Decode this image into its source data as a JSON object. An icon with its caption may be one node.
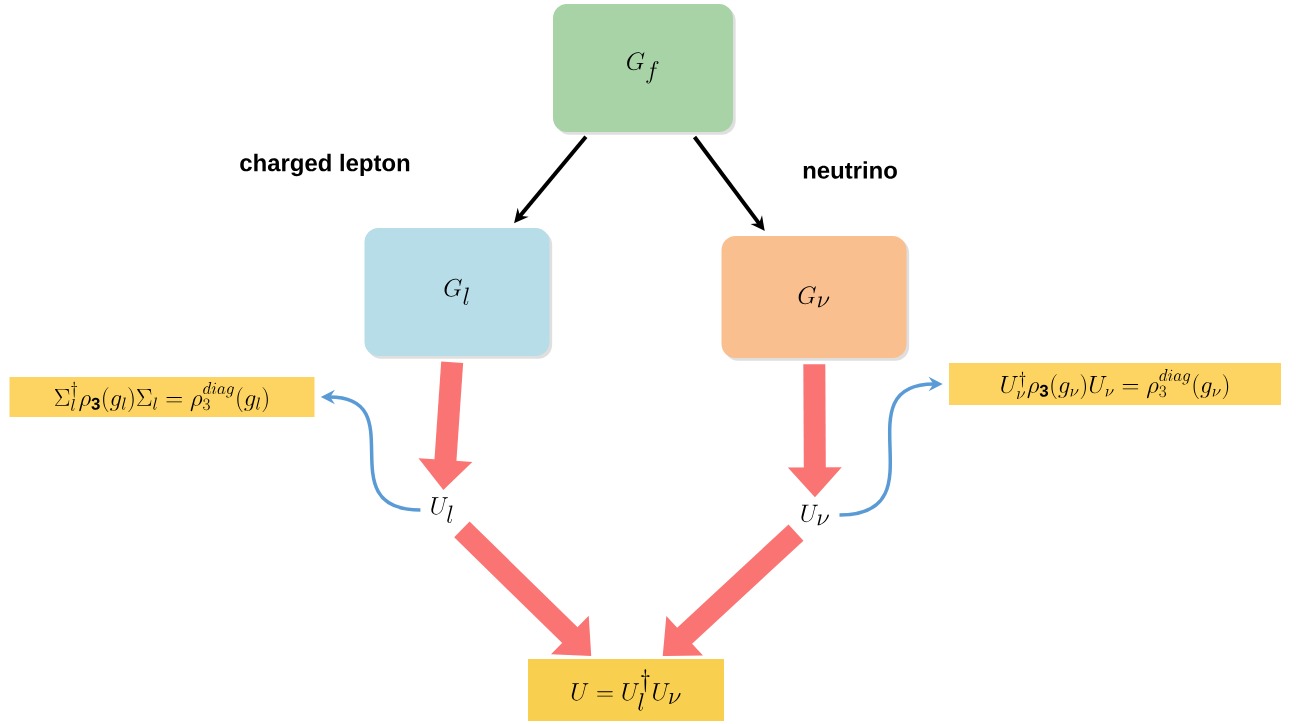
{
  "diagram": {
    "nodes": [
      {
        "text": [
          "G_f"
        ]
      },
      {
        "text": [
          "G_l"
        ]
      },
      {
        "text": [
          "G_\\nu"
        ]
      },
      {
        "text": [
          "U_l"
        ]
      },
      {
        "text": [
          "U_\\nu"
        ]
      },
      {
        "text": [
          "\\Sigma_l^\\dagger \\rho_{\\mathbf{3}}(g_l)\\Sigma_l = \\rho_3^{diag}(g_l)"
        ]
      },
      {
        "text": [
          "U_\\nu^\\dagger \\rho_{\\mathbf{3}}(g_\\nu)U_\\nu = \\rho_3^{diag}(g_\\nu)"
        ]
      },
      {
        "text": [
          "U = U_l^\\dagger U_\\nu"
        ]
      }
    ],
    "edges": [
      {
        "from": 0,
        "to": 1,
        "arrow": "to",
        "label": "charged lepton",
        "color": "#000000"
      },
      {
        "from": 0,
        "to": 2,
        "arrow": "to",
        "label": "neutrino",
        "color": "#000000"
      },
      {
        "from": 1,
        "to": 3,
        "arrow": "to",
        "style": "thick",
        "color": "#fb7474"
      },
      {
        "from": 2,
        "to": 4,
        "arrow": "to",
        "style": "thick",
        "color": "#fb7474"
      },
      {
        "from": 3,
        "to": 5,
        "arrow": "to",
        "color": "#5b9bd5"
      },
      {
        "from": 4,
        "to": 6,
        "arrow": "to",
        "color": "#5b9bd5"
      },
      {
        "from": 3,
        "to": 7,
        "arrow": "to",
        "style": "thick",
        "color": "#fb7474"
      },
      {
        "from": 4,
        "to": 7,
        "arrow": "to",
        "style": "thick",
        "color": "#fb7474"
      }
    ]
  }
}
